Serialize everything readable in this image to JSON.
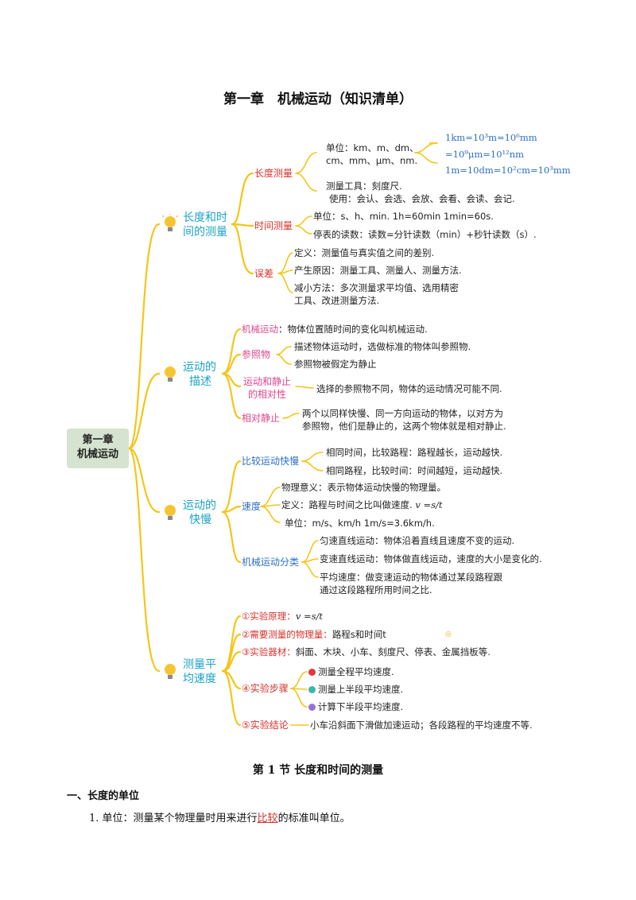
{
  "page": {
    "title": "第一章　机械运动（知识清单）",
    "section_title": "第 1 节  长度和时间的测量",
    "sub_heading": "一、长度的单位",
    "para1_prefix": "1. 单位：测量某个物理量时用来进行",
    "para1_highlight": "比较",
    "para1_suffix": "的标准叫单位。"
  },
  "mindmap": {
    "root_line1": "第一章",
    "root_line2": "机械运动",
    "b1": {
      "label1": "长度和时",
      "label2": "间的测量",
      "length": {
        "label": "长度测量",
        "unit1": "单位：km、m、dm、",
        "unit2": "cm、mm、μm、nm.",
        "conv1": "1km=10³m=10⁶mm",
        "conv2": "=10⁹μm=10¹²nm",
        "conv3": "1m=10dm=10²cm=10³mm",
        "tool": "测量工具：刻度尺.",
        "use": "使用：会认、会选、会放、会看、会读、会记."
      },
      "time": {
        "label": "时间测量",
        "unit": "单位：s、h、min.  1h=60min  1min=60s.",
        "reading": "停表的读数：读数=分针读数（min）+秒针读数（s）."
      },
      "error": {
        "label": "误差",
        "def": "定义：测量值与真实值之间的差别.",
        "cause": "产生原因：测量工具、测量人、测量方法.",
        "reduce1": "减小方法：多次测量求平均值、选用精密",
        "reduce2": "工具、改进测量方法."
      }
    },
    "b2": {
      "label1": "运动的",
      "label2": "描述",
      "motion": {
        "label": "机械运动",
        "text": "：物体位置随时间的变化叫机械运动."
      },
      "ref": {
        "label": "参照物",
        "t1": "描述物体运动时，选做标准的物体叫参照物.",
        "t2": "参照物被假定为静止"
      },
      "relative": {
        "label1": "运动和静止",
        "label2": "的相对性",
        "text": "选择的参照物不同，物体的运动情况可能不同."
      },
      "static": {
        "label": "相对静止",
        "t1": "两个以同样快慢、同一方向运动的物体，以对方为",
        "t2": "参照物，他们是静止的，这两个物体就是相对静止."
      }
    },
    "b3": {
      "label1": "运动的",
      "label2": "快慢",
      "compare": {
        "label": "比较运动快慢",
        "t1": "相同时间，比较路程：路程越长，运动越快.",
        "t2": "相同路程，比较时间：时间越短，运动越快."
      },
      "speed": {
        "label": "速度",
        "meaning": "物理意义：表示物体运动快慢的物理量。",
        "def": "定义：路程与时间之比叫做速度.",
        "formula": "v =s/t",
        "unit": "单位：m/s、km/h    1m/s=3.6km/h."
      },
      "classify": {
        "label": "机械运动分类",
        "t1": "匀速直线运动：物体沿着直线且速度不变的运动.",
        "t2": "变速直线运动：物体做直线运动，速度的大小是变化的.",
        "t3": "平均速度：做变速运动的物体通过某段路程跟",
        "t4": "通过这段路程所用时间之比."
      }
    },
    "b4": {
      "label1": "测量平",
      "label2": "均速度",
      "p1_label": "①实验原理：",
      "p1_text": "v =s/t",
      "p2_label": "②需要测量的物理量：",
      "p2_text": "路程s和时间t",
      "p3_label": "③实验器材：",
      "p3_text": "斜面、木块、小车、刻度尺、停表、金属挡板等.",
      "p4_label": "④实验步骤",
      "p4_s1": "测量全程平均速度.",
      "p4_s2": "测量上半段平均速度.",
      "p4_s3": "计算下半段平均速度.",
      "p5_label": "⑤实验结论",
      "p5_text": "小车沿斜面下滑做加速运动；各段路程的平均速度不等."
    },
    "colors": {
      "branch_line": "#f5c518",
      "teal": "#1aa3c8",
      "red": "#d6322c",
      "pink": "#e0468a",
      "blue": "#2f6fc4",
      "root_bg": "#d5e3d0"
    }
  }
}
